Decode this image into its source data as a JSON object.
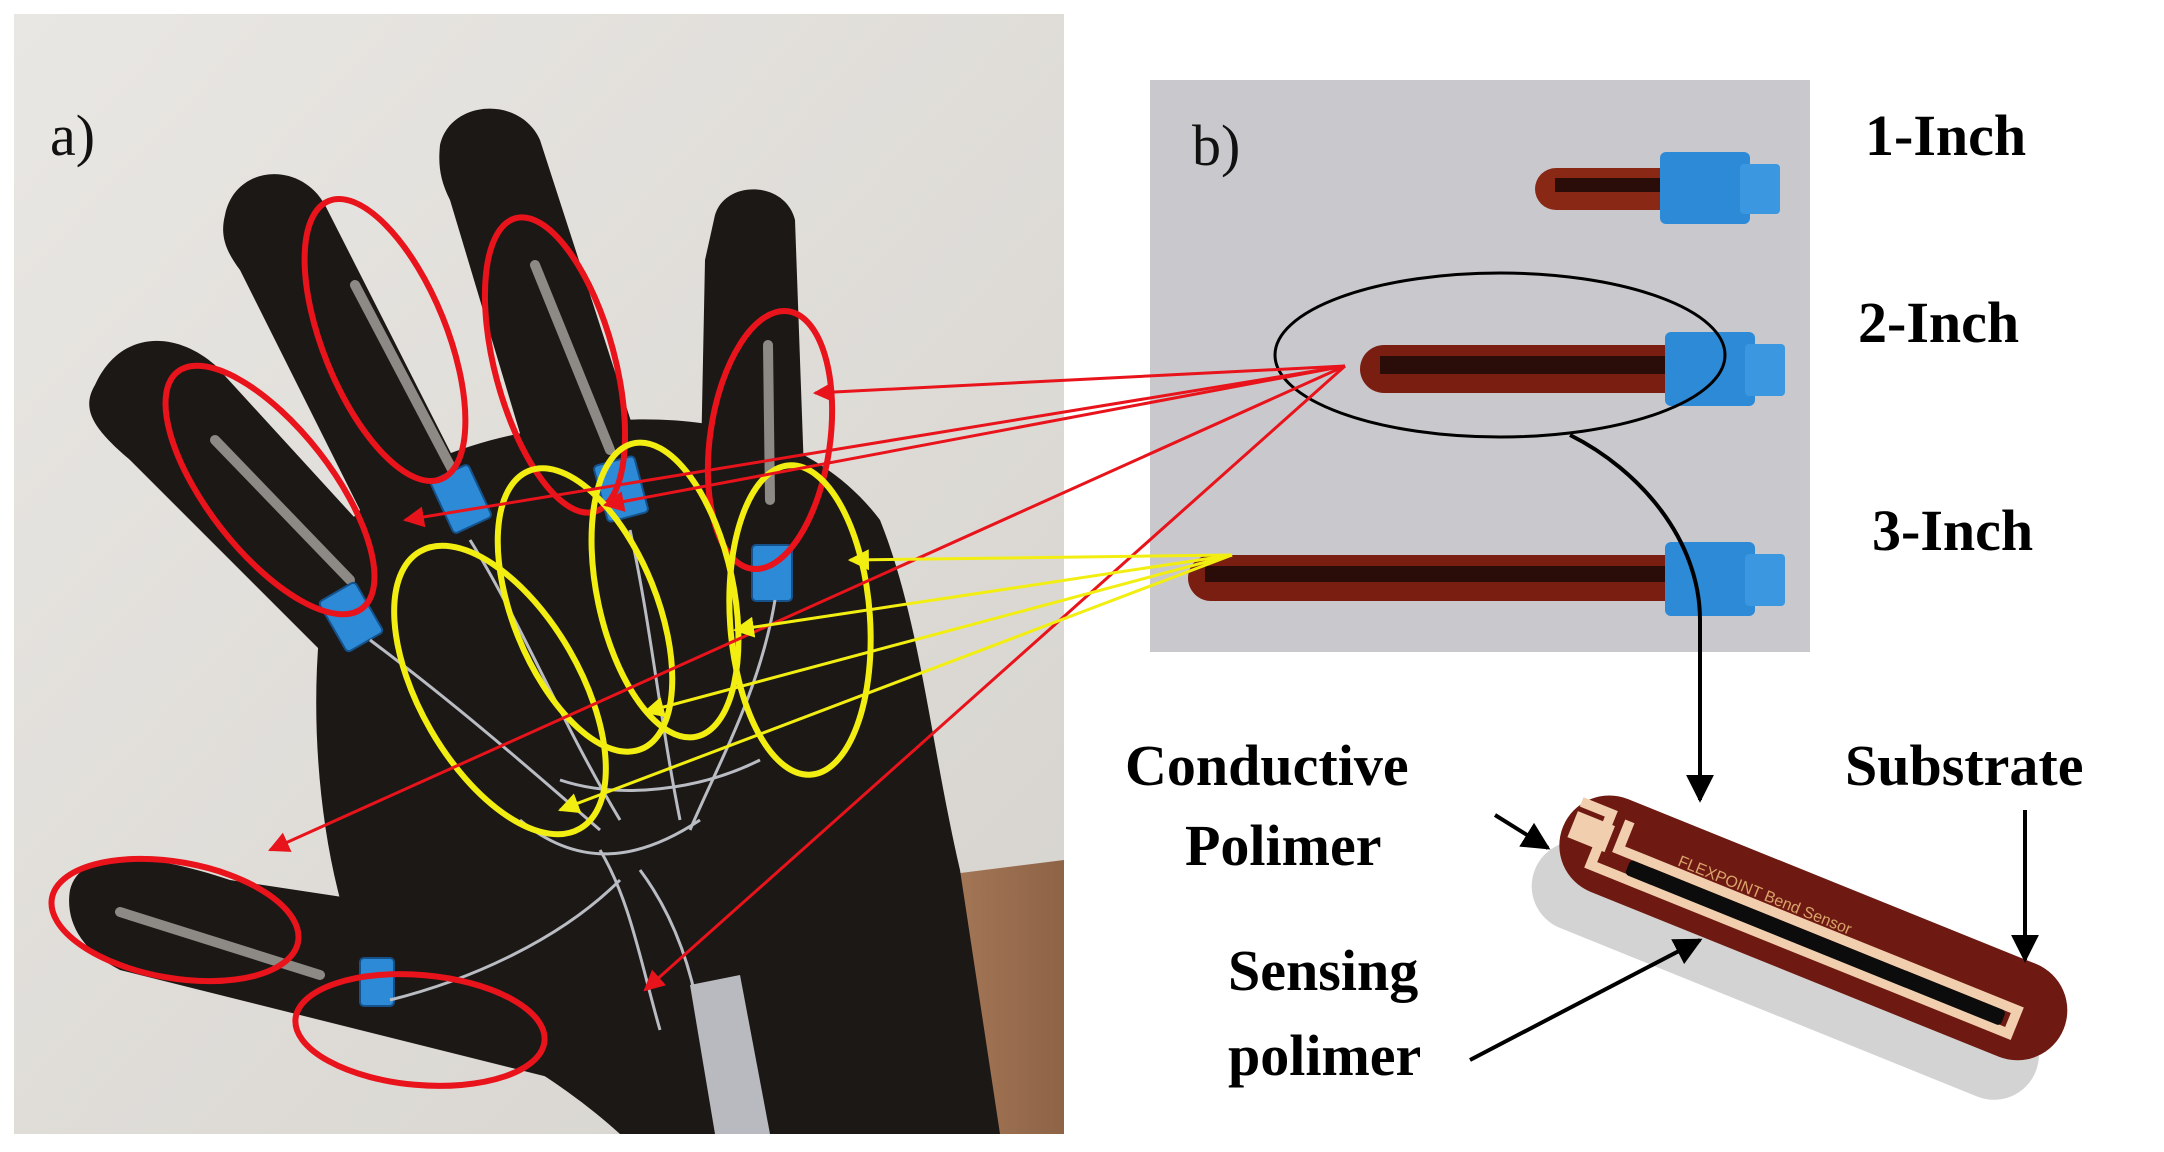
{
  "panel_a": {
    "label": "a)"
  },
  "panel_b": {
    "label": "b)",
    "sizes": [
      "1-Inch",
      "2-Inch",
      "3-Inch"
    ]
  },
  "sensor_detail": {
    "conductive_label_line1": "Conductive",
    "conductive_label_line2": "Polimer",
    "sensing_label_line1": "Sensing",
    "sensing_label_line2": "polimer",
    "substrate_label": "Substrate",
    "sensor_print": "FLEXPOINT   Bend Sensor"
  },
  "colors": {
    "flex_sensor_marker": "#e8131b",
    "connector_marker": "#f2ee12",
    "glove": "#1c1816",
    "sensor_body": "#6e1a12",
    "connector": "#2c8ad6"
  }
}
